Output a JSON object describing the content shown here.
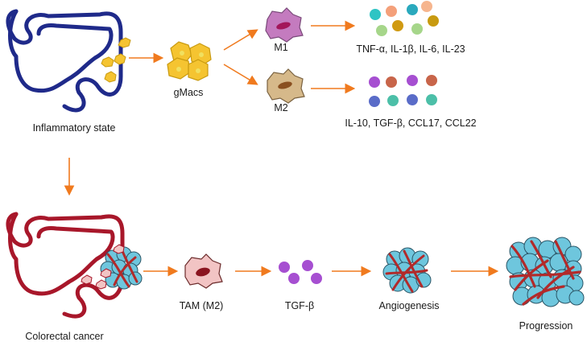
{
  "labels": {
    "inflammatory_state": "Inflammatory state",
    "gmacs": "gMacs",
    "m1": "M1",
    "m2": "M2",
    "m1_cytokines": "TNF-α, IL-1β, IL-6, IL-23",
    "m2_cytokines": "IL-10, TGF-β, CCL17, CCL22",
    "colorectal_cancer": "Colorectal cancer",
    "tam_m2": "TAM (M2)",
    "tgf_beta": "TGF-β",
    "angiogenesis": "Angiogenesis",
    "progression": "Progression"
  },
  "colors": {
    "colon_inflamed": "#1f2a8a",
    "colon_cancer": "#a8172a",
    "arrow": "#f07a1e",
    "macrophage_gmac": "#f5c431",
    "macrophage_m1": "#c47bbf",
    "macrophage_m2": "#d6b98a",
    "macrophage_tam": "#f2c4c4",
    "tumor_cell": "#6ec6dd",
    "vessel": "#b22a2a",
    "tgf_beta_dot": "#a64fd1",
    "m1_cytokine_dots": [
      "#2ec4c4",
      "#f4a07a",
      "#2aa9bd",
      "#f6b58e",
      "#a6d68a",
      "#d09a12",
      "#a6d68a",
      "#c89a10"
    ],
    "m2_cytokine_dots": [
      "#a64fd1",
      "#c8654a",
      "#a64fd1",
      "#c8654a",
      "#5a6cc8",
      "#4cbfa8",
      "#5a6cc8",
      "#4cbfa8"
    ]
  }
}
